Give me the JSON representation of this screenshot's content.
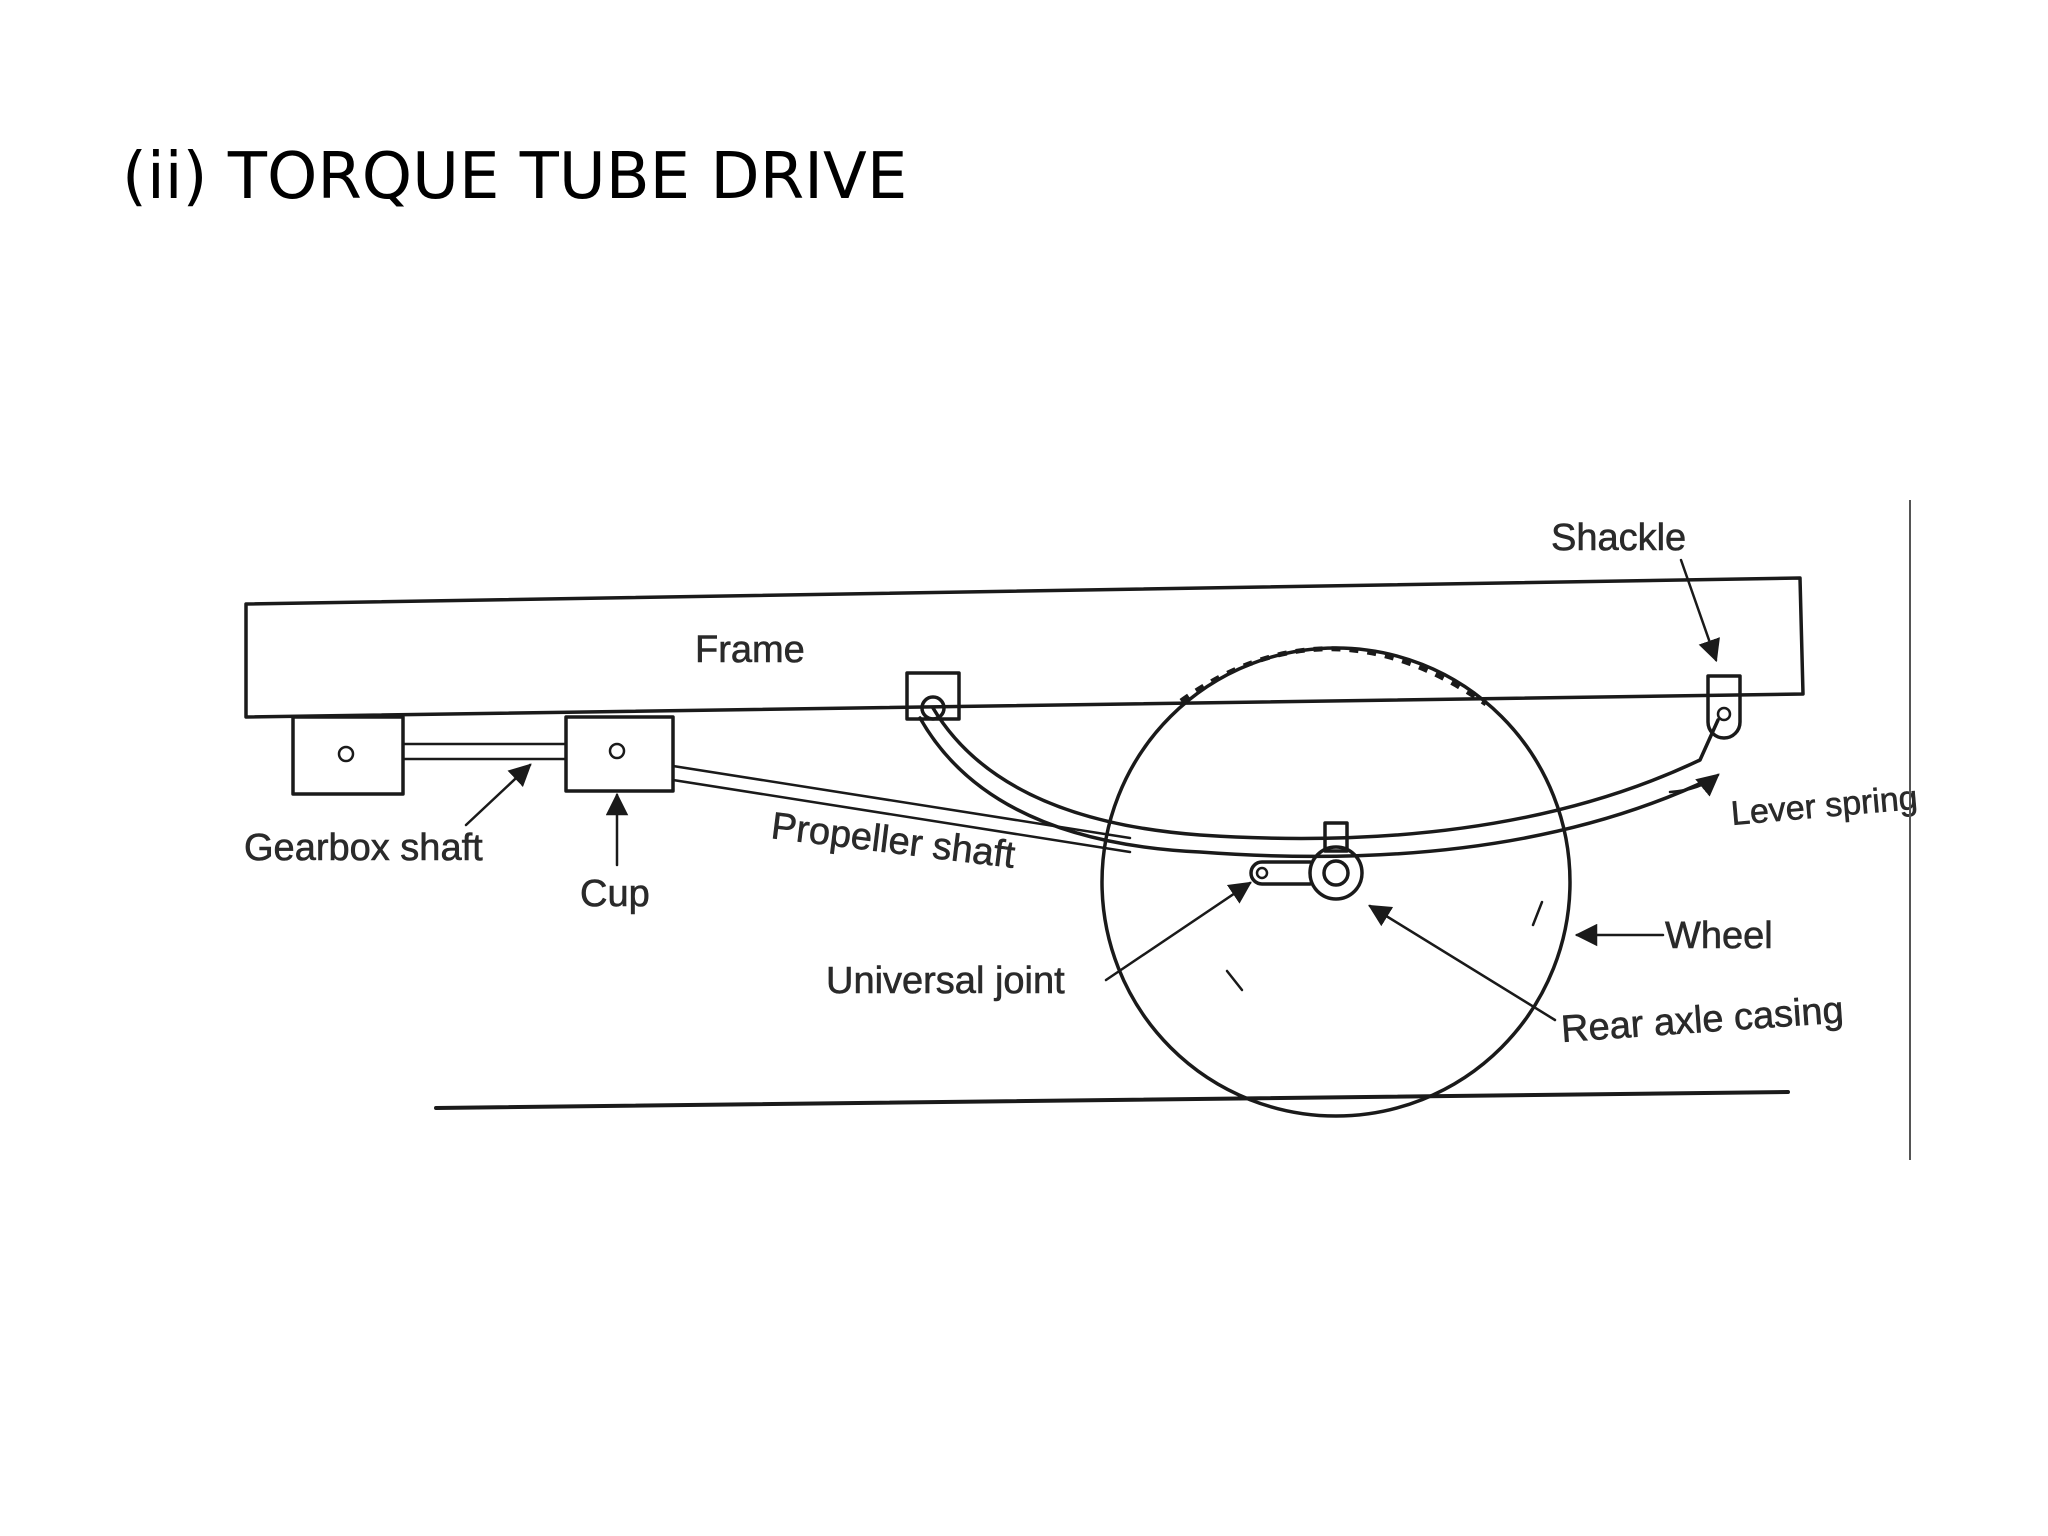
{
  "title": "(ii) TORQUE TUBE DRIVE",
  "diagram": {
    "labels": {
      "shackle": "Shackle",
      "frame": "Frame",
      "gearbox_shaft": "Gearbox shaft",
      "cup": "Cup",
      "propeller_shaft": "Propeller shaft",
      "lever_spring": "Lever spring",
      "wheel": "Wheel",
      "universal_joint": "Universal joint",
      "rear_axle_casing": "Rear axle casing"
    },
    "line_color": "#1a1a1a",
    "text_color": "#2a2a2a"
  }
}
